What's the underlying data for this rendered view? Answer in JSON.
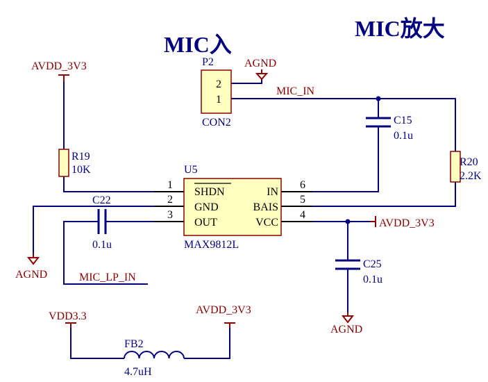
{
  "titles": {
    "mic_in_title": "MIC入",
    "amp_title": "MIC放大"
  },
  "colors": {
    "wire": "#000080",
    "power": "#8B0000",
    "component_fill": "#FFFFC0",
    "component_stroke": "#8B0000",
    "junction": "#000080",
    "text_black": "#000000"
  },
  "components": {
    "u5": {
      "ref": "U5",
      "part": "MAX9812L"
    },
    "p2": {
      "ref": "P2",
      "part": "CON2",
      "pin2": "2",
      "pin1": "1"
    },
    "r19": {
      "ref": "R19",
      "value": "10K"
    },
    "r20": {
      "ref": "R20",
      "value": "2.2K"
    },
    "c15": {
      "ref": "C15",
      "value": "0.1u"
    },
    "c22": {
      "ref": "C22",
      "value": "0.1u"
    },
    "c25": {
      "ref": "C25",
      "value": "0.1u"
    },
    "fb2": {
      "ref": "FB2",
      "value": "4.7uH"
    }
  },
  "u5_pins": {
    "p1_num": "1",
    "p1_name": "SHDN",
    "p2_num": "2",
    "p2_name": "GND",
    "p3_num": "3",
    "p3_name": "OUT",
    "p6_num": "6",
    "p6_name": "IN",
    "p5_num": "5",
    "p5_name": "BAIS",
    "p4_num": "4",
    "p4_name": "VCC"
  },
  "nets": {
    "avdd_top_left": "AVDD_3V3",
    "agnd_p2": "AGND",
    "mic_in": "MIC_IN",
    "agnd_left": "AGND",
    "avdd_right": "AVDD_3V3",
    "agnd_c25": "AGND",
    "mic_lp_in": "MIC_LP_IN",
    "vdd33": "VDD3.3",
    "avdd_fb2": "AVDD_3V3"
  }
}
